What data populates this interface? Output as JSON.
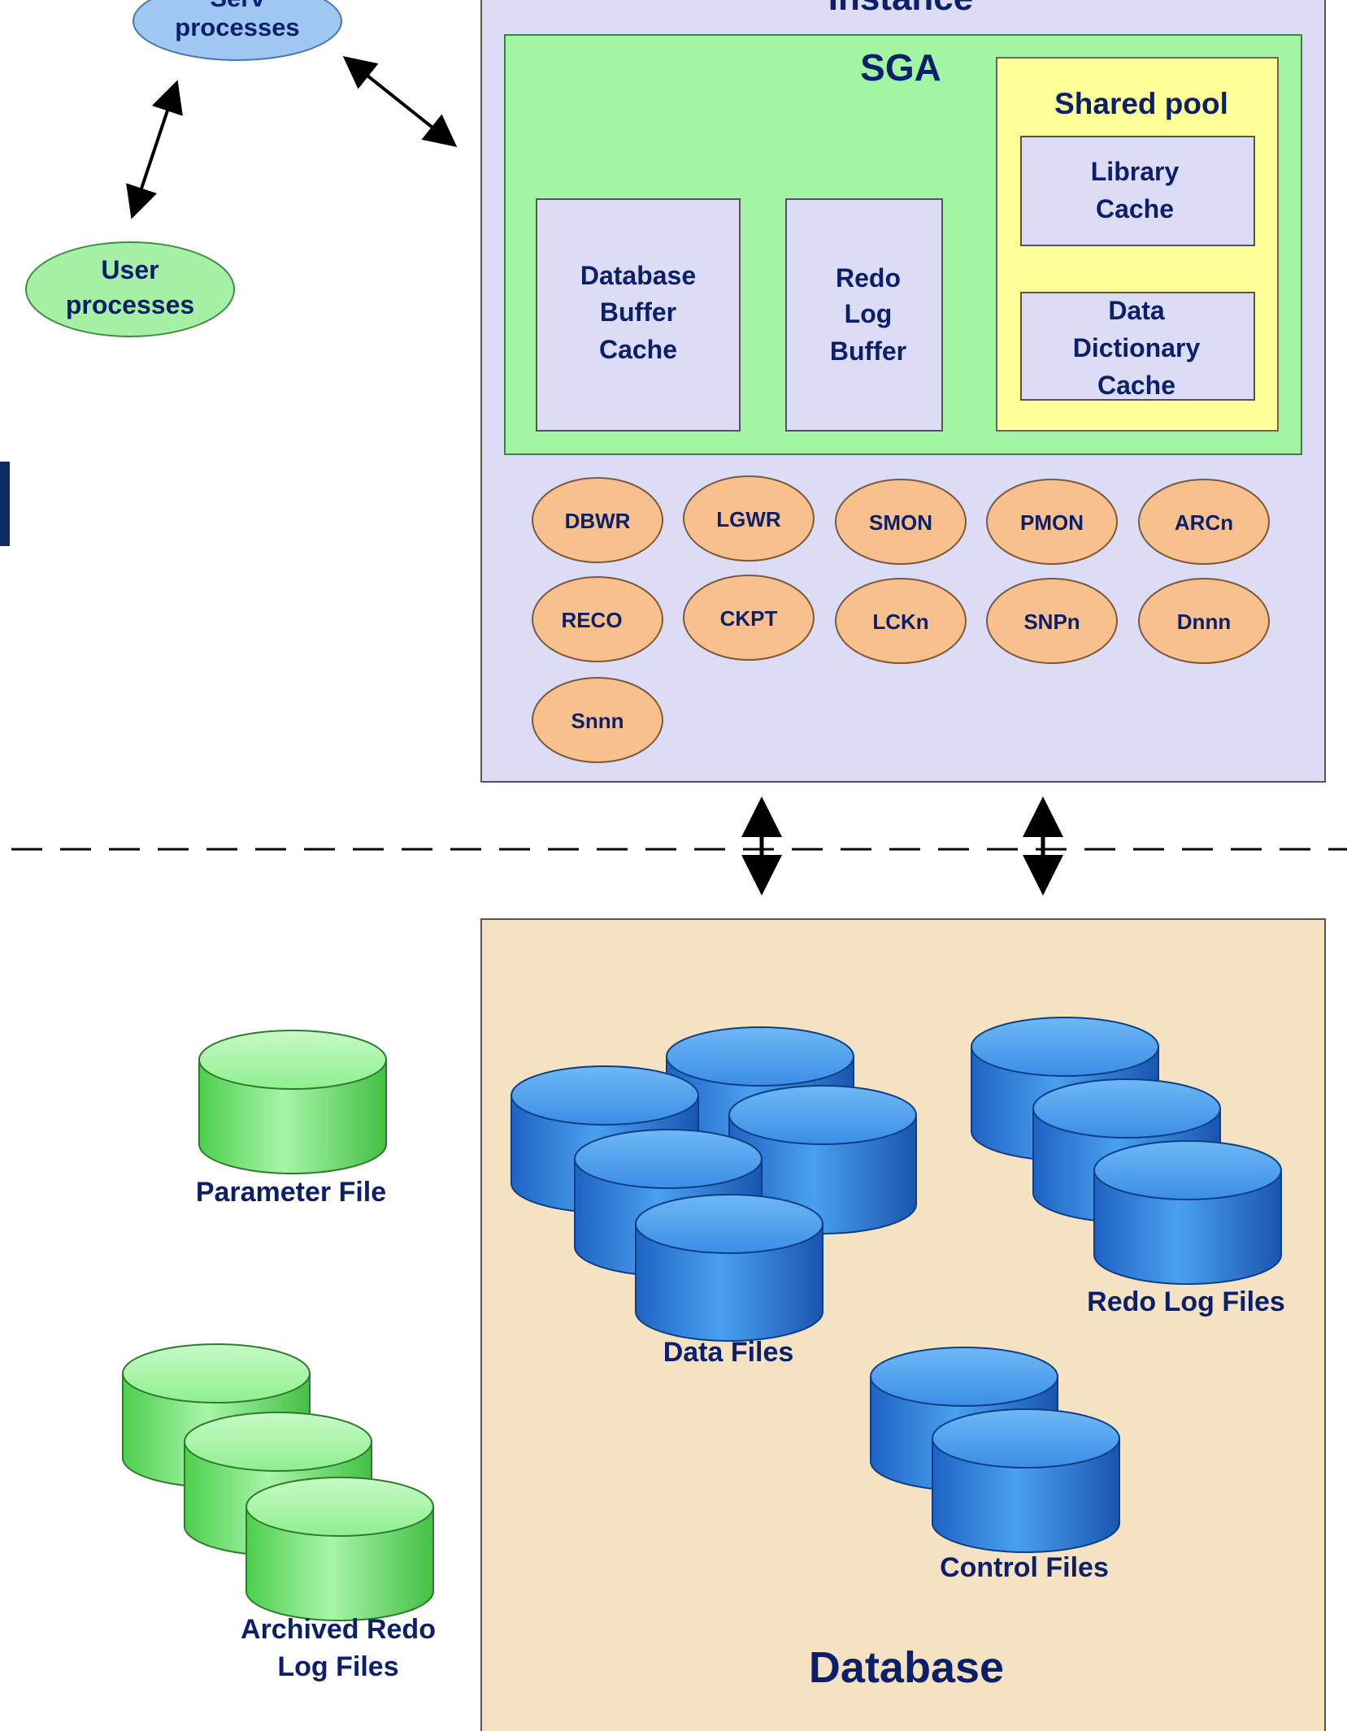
{
  "diagram": {
    "server_processes_label": [
      "Serv",
      "processes"
    ],
    "user_processes_label": [
      "User",
      "processes"
    ],
    "instance": {
      "title": "Instance"
    },
    "sga": {
      "title": "SGA",
      "database_buffer_cache": [
        "Database",
        "Buffer",
        "Cache"
      ],
      "redo_log_buffer": [
        "Redo",
        "Log",
        "Buffer"
      ],
      "shared_pool": {
        "title": "Shared pool",
        "library_cache": [
          "Library",
          "Cache"
        ],
        "data_dictionary_cache": [
          "Data",
          "Dictionary",
          "Cache"
        ]
      }
    },
    "background_processes": [
      "DBWR",
      "LGWR",
      "SMON",
      "PMON",
      "ARCn",
      "RECO",
      "CKPT",
      "LCKn",
      "SNPn",
      "Dnnn",
      "Snnn"
    ],
    "database": {
      "title": "Database",
      "data_files_label": "Data Files",
      "redo_log_files_label": "Redo Log Files",
      "control_files_label": "Control Files"
    },
    "parameter_file_label": "Parameter File",
    "archived_redo_label": [
      "Archived Redo",
      "Log Files"
    ],
    "colors": {
      "instance_fill": "#dcdcf6",
      "sga_fill": "#a2f5a2",
      "shared_pool_fill": "#ffff99",
      "cache_box_fill": "#dcdcf6",
      "process_fill": "#f7c08c",
      "server_process_fill": "#9ec8f2",
      "user_process_fill": "#a6f0a6",
      "database_fill": "#f4e2c2",
      "text_navy": "#0b1f6b",
      "blue_cylinder": "#2f7fe0",
      "green_cylinder": "#7de87d"
    }
  }
}
